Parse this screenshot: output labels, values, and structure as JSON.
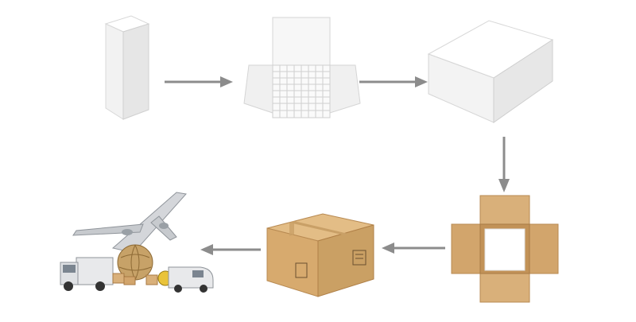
{
  "diagram": {
    "type": "packaging-process-flow",
    "steps": [
      {
        "id": "single-box",
        "icon": "white-tall-box"
      },
      {
        "id": "opened-tray",
        "icon": "open-box-with-grid-dividers"
      },
      {
        "id": "sealed-white-box",
        "icon": "white-closed-box"
      },
      {
        "id": "open-carton",
        "icon": "open-kraft-carton"
      },
      {
        "id": "sealed-carton",
        "icon": "sealed-kraft-carton"
      },
      {
        "id": "global-shipping",
        "icon": "plane-truck-globe-van"
      }
    ],
    "flow_order": [
      "single-box",
      "opened-tray",
      "sealed-white-box",
      "open-carton",
      "sealed-carton",
      "global-shipping"
    ],
    "colors": {
      "arrow": "#8c8c8c",
      "white_box": "#f7f7f7",
      "kraft": "#d9b07a",
      "kraft_dark": "#b88a52",
      "tape": "#c9a067"
    }
  }
}
